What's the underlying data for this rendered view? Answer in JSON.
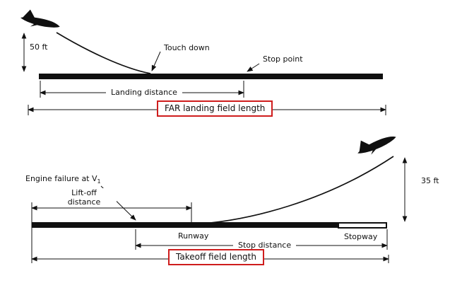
{
  "landing": {
    "height_label": "50 ft",
    "touchdown_label": "Touch down",
    "stop_point_label": "Stop point",
    "distance_label": "Landing distance",
    "field_length_label": "FAR landing field length"
  },
  "takeoff": {
    "engine_failure_label": "Engine failure at V",
    "engine_failure_sub": "1",
    "liftoff_label_line1": "Lift-off",
    "liftoff_label_line2": "distance",
    "runway_label": "Runway",
    "stopway_label": "Stopway",
    "stop_distance_label": "Stop distance",
    "field_length_label": "Takeoff field length",
    "height_label": "35 ft"
  },
  "colors": {
    "ink": "#111111",
    "highlight_red": "#cf1d1d"
  }
}
